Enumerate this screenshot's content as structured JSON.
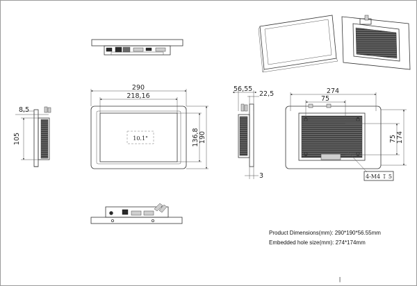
{
  "dimensions": {
    "front_width": "290",
    "front_inner_width": "218,16",
    "front_height": "190",
    "front_inner_height": "136,8",
    "side_left_top": "8,5",
    "side_left_height": "105",
    "side_depth": "56,55",
    "side_panel": "22,5",
    "side_bezel": "3",
    "rear_width": "274",
    "rear_hole_x": "75",
    "rear_hole_y": "75",
    "rear_height": "174"
  },
  "screen_label": "10.1\"",
  "callout": "4-M4 ↧ 5",
  "notes": {
    "product_dimensions": "Product Dimensions(mm): 290*190*56.55mm",
    "embedded_hole_size": "Embedded hole size(mm): 274*174mm"
  },
  "page_mark": "|"
}
